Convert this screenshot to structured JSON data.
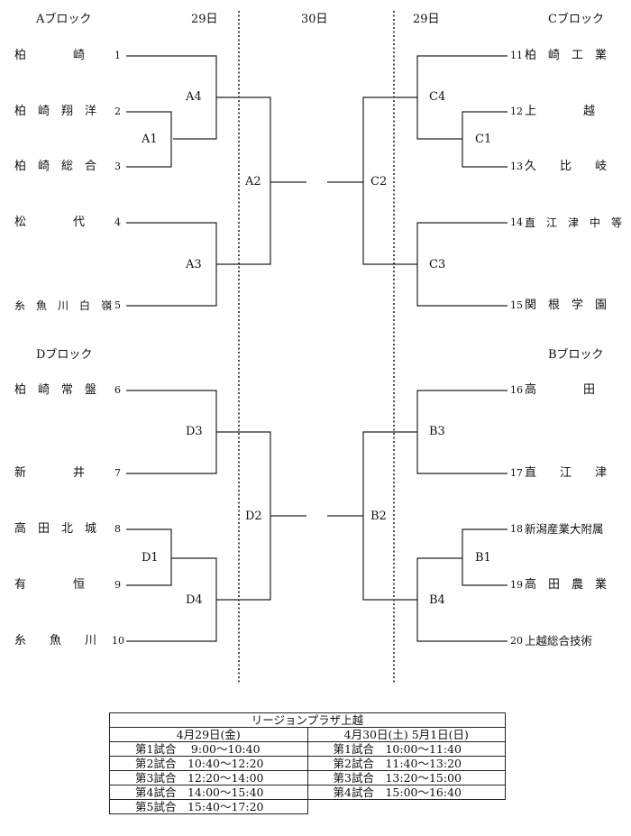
{
  "headers": {
    "block_a": "Aブロック",
    "block_c": "Cブロック",
    "block_d": "Dブロック",
    "block_b": "Bブロック",
    "day_left": "29日",
    "day_center": "30日",
    "day_right": "29日"
  },
  "teams_left": [
    {
      "name": "柏　　　　崎",
      "num": "1"
    },
    {
      "name": "柏　崎　翔　洋",
      "num": "2"
    },
    {
      "name": "柏　崎　総　合",
      "num": "3"
    },
    {
      "name": "松　　　　代",
      "num": "4"
    },
    {
      "name": "糸　魚　川　白　嶺",
      "num": "5"
    },
    {
      "name": "柏　崎　常　盤",
      "num": "6"
    },
    {
      "name": "新　　　　井",
      "num": "7"
    },
    {
      "name": "高　田　北　城",
      "num": "8"
    },
    {
      "name": "有　　　　恒",
      "num": "9"
    },
    {
      "name": "糸　　魚　　川",
      "num": "10"
    }
  ],
  "teams_right": [
    {
      "name": "柏　崎　工　業",
      "num": "11"
    },
    {
      "name": "上　　　　越",
      "num": "12"
    },
    {
      "name": "久　　比　　岐",
      "num": "13"
    },
    {
      "name": "直　江　津　中　等",
      "num": "14"
    },
    {
      "name": "関　根　学　園",
      "num": "15"
    },
    {
      "name": "高　　　　田",
      "num": "16"
    },
    {
      "name": "直　　江　　津",
      "num": "17"
    },
    {
      "name": "新潟産業大附属",
      "num": "18"
    },
    {
      "name": "高　田　農　業",
      "num": "19"
    },
    {
      "name": "上越総合技術",
      "num": "20"
    }
  ],
  "matches": {
    "A1": "A1",
    "A3": "A3",
    "A4": "A4",
    "A2": "A2",
    "D1": "D1",
    "D3": "D3",
    "D4": "D4",
    "D2": "D2",
    "C1": "C1",
    "C3": "C3",
    "C4": "C4",
    "C2": "C2",
    "B1": "B1",
    "B3": "B3",
    "B4": "B4",
    "B2": "B2"
  },
  "schedule": {
    "venue": "リージョンプラザ上越",
    "day1_header": "4月29日(金)",
    "day2_header": "4月30日(土) 5月1日(日)",
    "day1": [
      "第1試合　 9:00〜10:40",
      "第2試合　10:40〜12:20",
      "第3試合　12:20〜14:00",
      "第4試合　14:00〜15:40",
      "第5試合　15:40〜17:20"
    ],
    "day2": [
      "第1試合　10:00〜11:40",
      "第2試合　11:40〜13:20",
      "第3試合　13:20〜15:00",
      "第4試合　15:00〜16:40"
    ]
  }
}
